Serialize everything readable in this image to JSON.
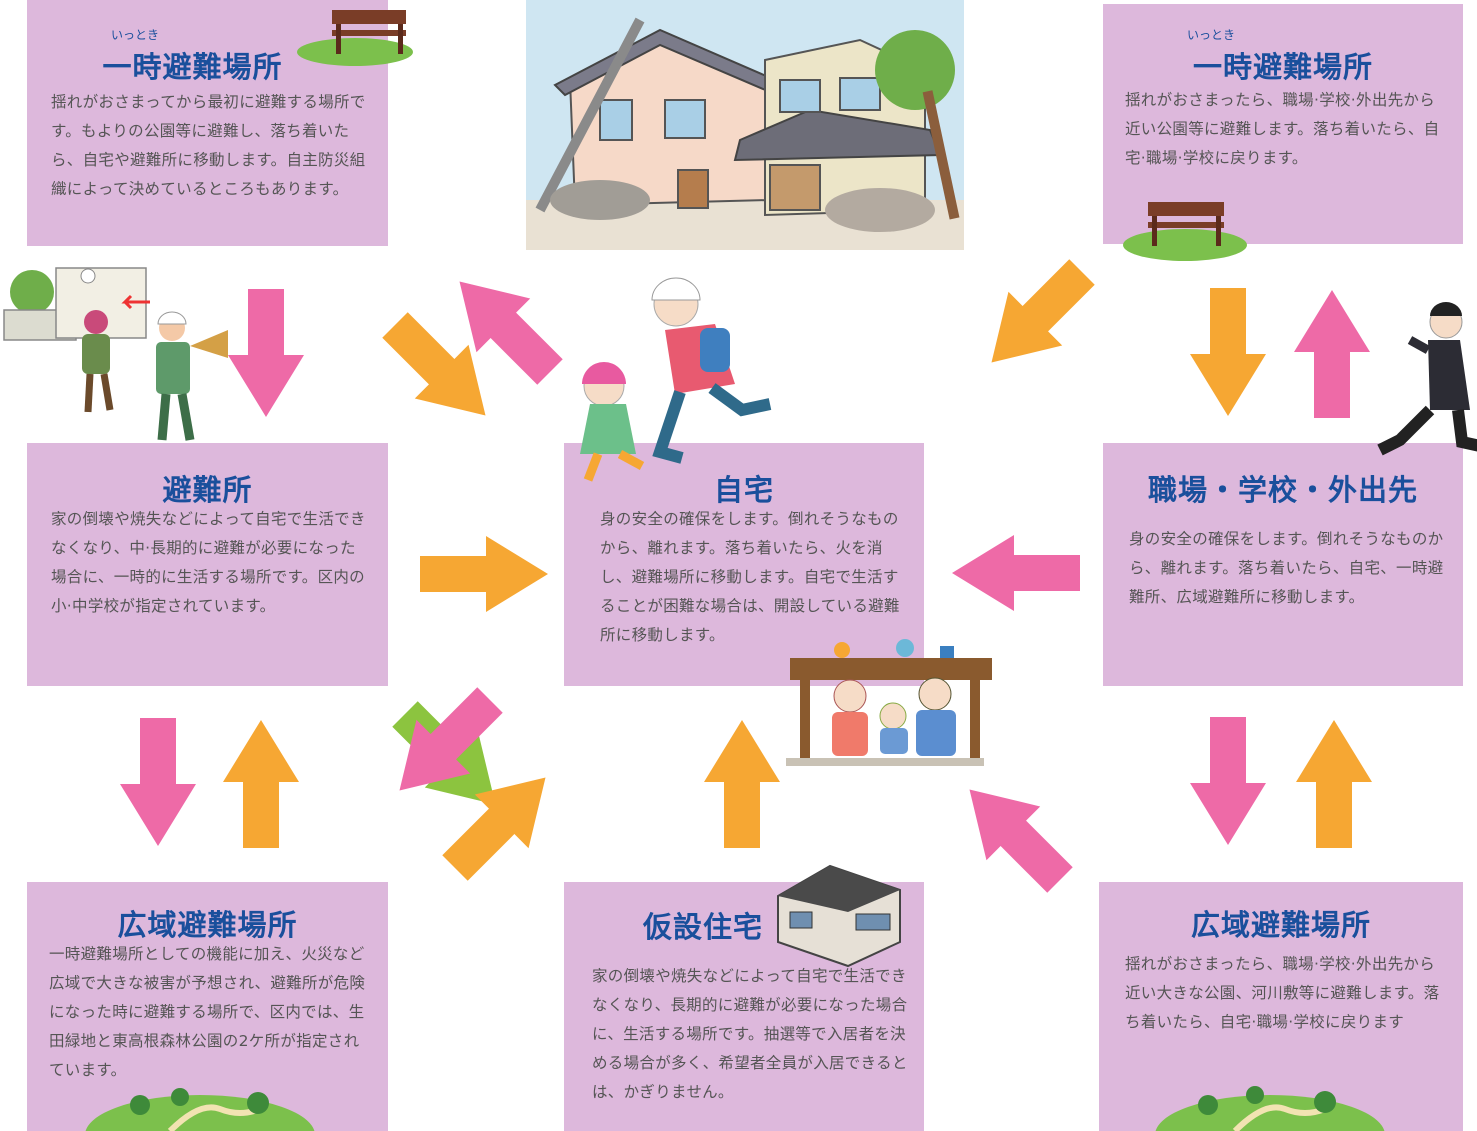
{
  "boxes": {
    "temp_left": {
      "ruby": "いっとき",
      "title": "一時避難場所",
      "body": "揺れがおさまってから最初に避難する場所です。もよりの公園等に避難し、落ち着いたら、自宅や避難所に移動します。自主防災組織によって決めているところもあります。"
    },
    "temp_right": {
      "ruby": "いっとき",
      "title": "一時避難場所",
      "body": "揺れがおさまったら、職場·学校·外出先から近い公園等に避難します。落ち着いたら、自宅·職場·学校に戻ります。"
    },
    "shelter": {
      "title": "避難所",
      "body": "家の倒壊や焼失などによって自宅で生活できなくなり、中·長期的に避難が必要になった場合に、一時的に生活する場所です。区内の小·中学校が指定されています。"
    },
    "home": {
      "title": "自宅",
      "body": "身の安全の確保をします。倒れそうなものから、離れます。落ち着いたら、火を消し、避難場所に移動します。自宅で生活することが困難な場合は、開設している避難所に移動します。"
    },
    "work": {
      "title": "職場・学校・外出先",
      "body": "身の安全の確保をします。倒れそうなものから、離れます。落ち着いたら、自宅、一時避難所、広域避難所に移動します。"
    },
    "wide_left": {
      "title": "広域避難場所",
      "body": "一時避難場所としての機能に加え、火災など広域で大きな被害が予想され、避難所が危険になった時に避難する場所で、区内では、生田緑地と東高根森林公園の2ケ所が指定されています。"
    },
    "temp_housing": {
      "title": "仮設住宅",
      "body": "家の倒壊や焼失などによって自宅で生活できなくなり、長期的に避難が必要になった場合に、生活する場所です。抽選等で入居者を決める場合が多く、希望者全員が入居できるとは、かぎりません。"
    },
    "wide_right": {
      "title": "広域避難場所",
      "body": "揺れがおさまったら、職場·学校·外出先から近い大きな公園、河川敷等に避難します。落ち着いたら、自宅·職場·学校に戻ります"
    }
  },
  "colors": {
    "box": "#ddb8dc",
    "title": "#1a4f9c",
    "arrow_pink": "#ee6aa7",
    "arrow_orange": "#f6a733",
    "arrow_green": "#8cc43f"
  }
}
